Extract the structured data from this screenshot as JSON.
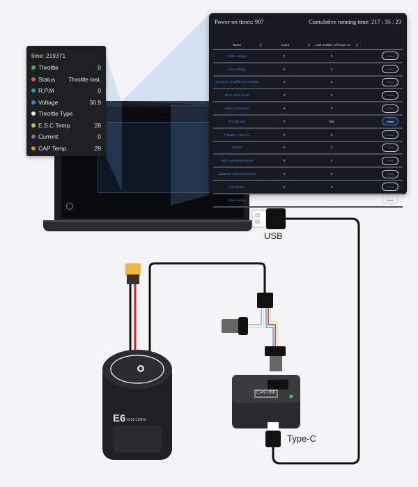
{
  "telemetry": {
    "time_label": "time: 219371",
    "items": [
      {
        "label": "Throttle",
        "value": "0",
        "color": "#3cb46e"
      },
      {
        "label": "Status",
        "value": "Throttle lost.",
        "color": "#d9534f"
      },
      {
        "label": "R.P.M",
        "value": "0",
        "color": "#2aa198"
      },
      {
        "label": "Voltage",
        "value": "30.9",
        "color": "#3a86c8"
      },
      {
        "label": "Throttle Type",
        "value": "",
        "color": "#f2f2f2"
      },
      {
        "label": "E.S.C Temp.",
        "value": "28",
        "color": "#e0c030"
      },
      {
        "label": "Current",
        "value": "0",
        "color": "#9b59b6"
      },
      {
        "label": "CAP Temp.",
        "value": "29",
        "color": "#e08a3c"
      }
    ]
  },
  "fault_panel": {
    "power_on_times": "Power-on times: 907",
    "running_time": "Cumulative running time: 217 : 35 : 23",
    "columns": [
      "Name",
      "Count",
      "Last number of Power on",
      ""
    ],
    "detail_label": "Detail",
    "rows": [
      {
        "name": "Under voltage",
        "count": "0",
        "last": "0",
        "active": false
      },
      {
        "name": "Over voltage",
        "count": "0",
        "last": "0",
        "active": false
      },
      {
        "name": "Operation amplifier abnormality",
        "count": "0",
        "last": "0",
        "active": false
      },
      {
        "name": "MOS short circuit",
        "count": "0",
        "last": "0",
        "active": false
      },
      {
        "name": "Motor phase loss",
        "count": "0",
        "last": "0",
        "active": false
      },
      {
        "name": "Throttle lost",
        "count": "2",
        "last": "905",
        "active": true
      },
      {
        "name": "Throttle is not zero",
        "count": "0",
        "last": "0",
        "active": false
      },
      {
        "name": "Stalled",
        "count": "0",
        "last": "0",
        "active": false
      },
      {
        "name": "MOS over-temperature",
        "count": "0",
        "last": "0",
        "active": false
      },
      {
        "name": "Capacitor over temperature",
        "count": "0",
        "last": "0",
        "active": false
      },
      {
        "name": "Full throttle",
        "count": "0",
        "last": "0",
        "active": false
      },
      {
        "name": "Over current",
        "count": "0",
        "last": "0",
        "active": false
      }
    ]
  },
  "labels": {
    "usb": "USB",
    "type_c": "Type-C",
    "can_link": "CAN LINK",
    "motor_model": "E6",
    "motor_spec": "6218-155KV"
  },
  "colors": {
    "wire_black": "#111111",
    "wire_red": "#d0202a",
    "xt_yellow": "#f2b73a",
    "signal_blue": "#4ab0e0",
    "signal_yellow": "#f2df7a"
  }
}
